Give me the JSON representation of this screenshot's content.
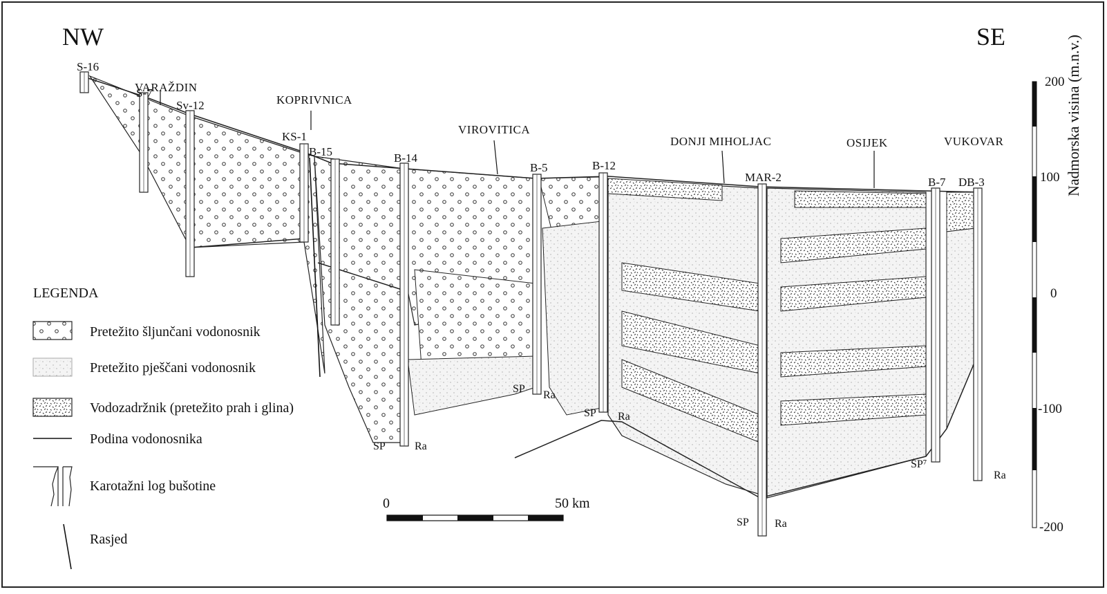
{
  "directions": {
    "left": "NW",
    "right": "SE"
  },
  "cities": {
    "varazdin": "VARAŽDIN",
    "koprivnica": "KOPRIVNICA",
    "virovitica": "VIROVITICA",
    "donji_miholjac": "DONJI MIHOLJAC",
    "osijek": "OSIJEK",
    "vukovar": "VUKOVAR"
  },
  "wells": {
    "s16": "S-16",
    "s7": "S-7",
    "sv12": "Sv-12",
    "ks1": "KS-1",
    "b15": "B-15",
    "b14": "B-14",
    "b5": "B-5",
    "b12": "B-12",
    "mar2": "MAR-2",
    "b7": "B-7",
    "db3": "DB-3"
  },
  "log_labels": {
    "sp": "SP",
    "ra": "Ra",
    "sp7": "SP⁷"
  },
  "legend": {
    "title": "LEGENDA",
    "items": [
      {
        "pattern": "gravel",
        "label": "Pretežito šljunčani vodonosnik"
      },
      {
        "pattern": "sand",
        "label": "Pretežito pješčani vodonosnik"
      },
      {
        "pattern": "aquitard",
        "label": "Vodozadržnik (pretežito prah i glina)"
      },
      {
        "pattern": "line",
        "label": "Podina vodonosnika"
      },
      {
        "pattern": "welllog",
        "label": "Karotažni log bušotine"
      },
      {
        "pattern": "fault",
        "label": "Rasjed"
      }
    ]
  },
  "scale_bar": {
    "start": "0",
    "end": "50 km"
  },
  "elevation_axis": {
    "title": "Nadmorska visina (m.n.v.)",
    "ticks": [
      "200",
      "100",
      "0",
      "-100",
      "-200"
    ]
  }
}
